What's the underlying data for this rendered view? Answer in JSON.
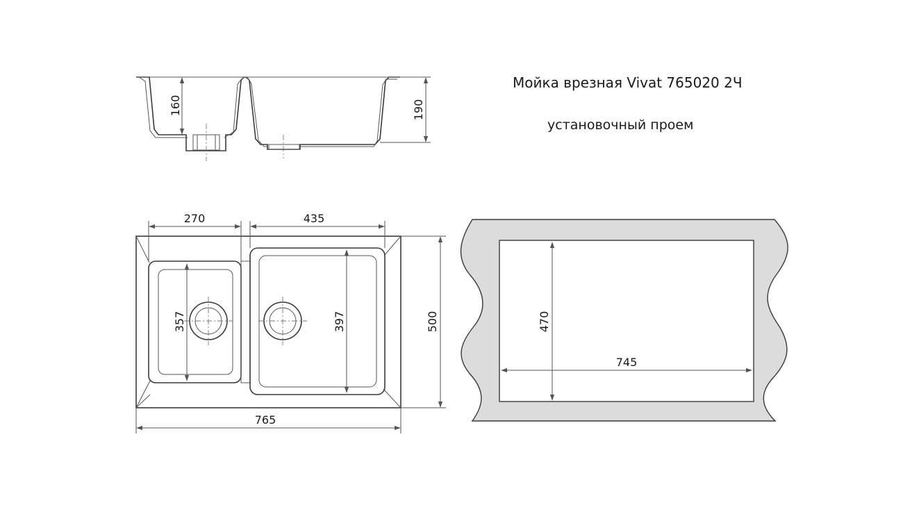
{
  "title": "Мойка врезная Vivat 765020 2Ч",
  "subtitle": "установочный проем",
  "colors": {
    "stone": "#dcdcdc",
    "line": "#3a3a3a"
  },
  "section_view": {
    "depth_small_bowl": "160",
    "depth_total": "190"
  },
  "top_view": {
    "small_bowl_width": "270",
    "large_bowl_width": "435",
    "small_bowl_length": "357",
    "large_bowl_length": "397",
    "overall_depth": "500",
    "overall_width": "765"
  },
  "cutout_view": {
    "cutout_height": "470",
    "cutout_width": "745"
  }
}
